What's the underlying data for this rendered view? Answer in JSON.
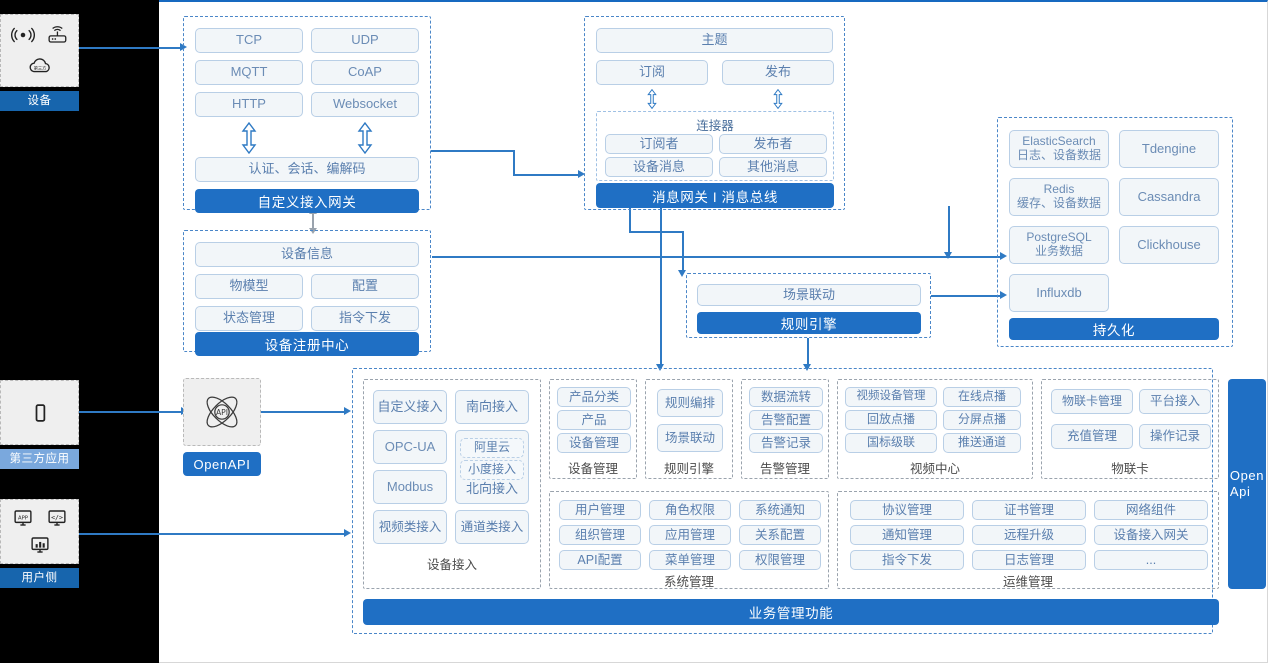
{
  "sides": [
    {
      "label": "设备",
      "icons": [
        "signal-icon",
        "router-icon",
        "cloud-icon"
      ],
      "style": "solid"
    },
    {
      "label": "第三方应用",
      "icons": [
        "mobile-icon"
      ],
      "style": "light"
    },
    {
      "label": "用户侧",
      "icons": [
        "app-window-icon",
        "code-window-icon",
        "chart-window-icon"
      ],
      "style": "solid"
    }
  ],
  "gateway": {
    "protocols": [
      "TCP",
      "UDP",
      "MQTT",
      "CoAP",
      "HTTP",
      "Websocket"
    ],
    "middle": "认证、会话、编解码",
    "bar": "自定义接入网关"
  },
  "message": {
    "topic": "主题",
    "subscribe": "订阅",
    "publish": "发布",
    "connector_title": "连接器",
    "connector_items": [
      "订阅者",
      "发布者",
      "设备消息",
      "其他消息"
    ],
    "bar": "消息网关 I 消息总线"
  },
  "registry": {
    "info": "设备信息",
    "items": [
      "物模型",
      "配置",
      "状态管理",
      "指令下发"
    ],
    "bar": "设备注册中心"
  },
  "rule": {
    "scene": "场景联动",
    "bar": "规则引擎"
  },
  "persistence": {
    "stores": [
      "ElasticSearch\n日志、设备数据",
      "Tdengine",
      "Redis\n缓存、设备数据",
      "Cassandra",
      "PostgreSQL\n业务数据",
      "Clickhouse",
      "Influxdb"
    ],
    "bar": "持久化"
  },
  "openapi": {
    "icon": "api-atom-icon",
    "label": "OpenAPI"
  },
  "business": {
    "bar": "业务管理功能",
    "side_bar": "Open\nApi",
    "groups": [
      {
        "title": "设备接入",
        "items": [
          "自定义接入",
          "南向接入",
          "OPC-UA",
          "Modbus",
          "视频类接入",
          "通道类接入"
        ],
        "nested": {
          "items": [
            "阿里云",
            "小度接入"
          ],
          "label": "北向接入"
        }
      },
      {
        "title": "设备管理",
        "items": [
          "产品分类",
          "产品",
          "设备管理"
        ]
      },
      {
        "title": "规则引擎",
        "items": [
          "规则编排",
          "场景联动"
        ]
      },
      {
        "title": "告警管理",
        "items": [
          "数据流转",
          "告警配置",
          "告警记录"
        ]
      },
      {
        "title": "视频中心",
        "items": [
          "视频设备管理",
          "在线点播",
          "回放点播",
          "分屏点播",
          "国标级联",
          "推送通道"
        ]
      },
      {
        "title": "物联卡",
        "items": [
          "物联卡管理",
          "平台接入",
          "充值管理",
          "操作记录"
        ]
      },
      {
        "title": "系统管理",
        "items": [
          "用户管理",
          "角色权限",
          "系统通知",
          "组织管理",
          "应用管理",
          "关系配置",
          "API配置",
          "菜单管理",
          "权限管理"
        ]
      },
      {
        "title": "运维管理",
        "items": [
          "协议管理",
          "证书管理",
          "网络组件",
          "通知管理",
          "远程升级",
          "设备接入网关",
          "指令下发",
          "日志管理",
          "..."
        ]
      }
    ]
  },
  "colors": {
    "accent": "#1f6fc4",
    "pill_border": "#b9cfe6",
    "pill_bg": "#f2f6f9",
    "pill_text": "#5a7fae",
    "dash": "#4a86c8"
  }
}
